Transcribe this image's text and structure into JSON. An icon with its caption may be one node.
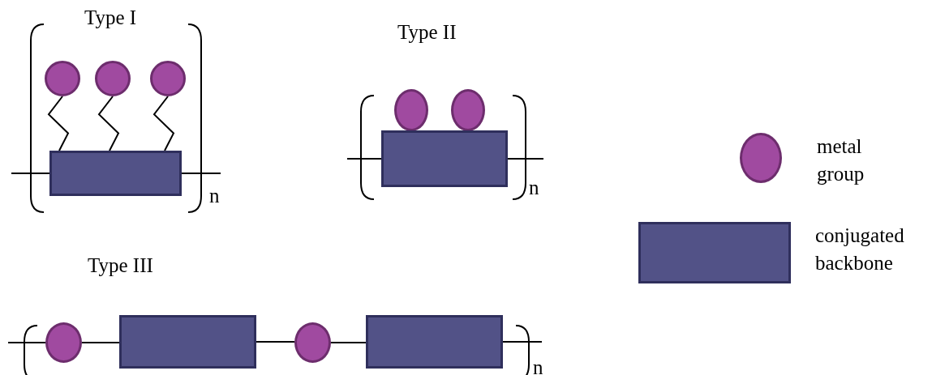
{
  "diagram": {
    "nodes": [
      {
        "text": [],
        "shape": "circle"
      },
      {
        "text": [],
        "shape": "circle"
      },
      {
        "text": [],
        "shape": "circle"
      },
      {
        "text": [],
        "shape": "box"
      },
      {
        "text": [],
        "shape": "circle"
      },
      {
        "text": [],
        "shape": "circle"
      },
      {
        "text": [],
        "shape": "box"
      },
      {
        "text": [],
        "shape": "circle"
      },
      {
        "text": [],
        "shape": "box"
      },
      {
        "text": [],
        "shape": "circle"
      },
      {
        "text": [],
        "shape": "box"
      }
    ],
    "edges": [
      {
        "from": 0,
        "to": 3,
        "arrow": "none"
      },
      {
        "from": 1,
        "to": 3,
        "arrow": "none"
      },
      {
        "from": 2,
        "to": 3,
        "arrow": "none"
      },
      {
        "from": null,
        "to": 3,
        "arrow": "none"
      },
      {
        "from": 3,
        "to": null,
        "arrow": "none"
      },
      {
        "from": null,
        "to": 6,
        "arrow": "none"
      },
      {
        "from": 6,
        "to": null,
        "arrow": "none"
      },
      {
        "from": null,
        "to": 7,
        "arrow": "none"
      },
      {
        "from": 7,
        "to": 8,
        "arrow": "none"
      },
      {
        "from": 8,
        "to": 9,
        "arrow": "none"
      },
      {
        "from": 9,
        "to": 10,
        "arrow": "none"
      },
      {
        "from": 10,
        "to": null,
        "arrow": "none"
      }
    ],
    "labels": [
      "Type I",
      "Type II",
      "n",
      "n",
      "Type III",
      "n"
    ],
    "legend": [
      {
        "text": "metal group"
      },
      {
        "text": "conjugated backbone"
      }
    ]
  }
}
